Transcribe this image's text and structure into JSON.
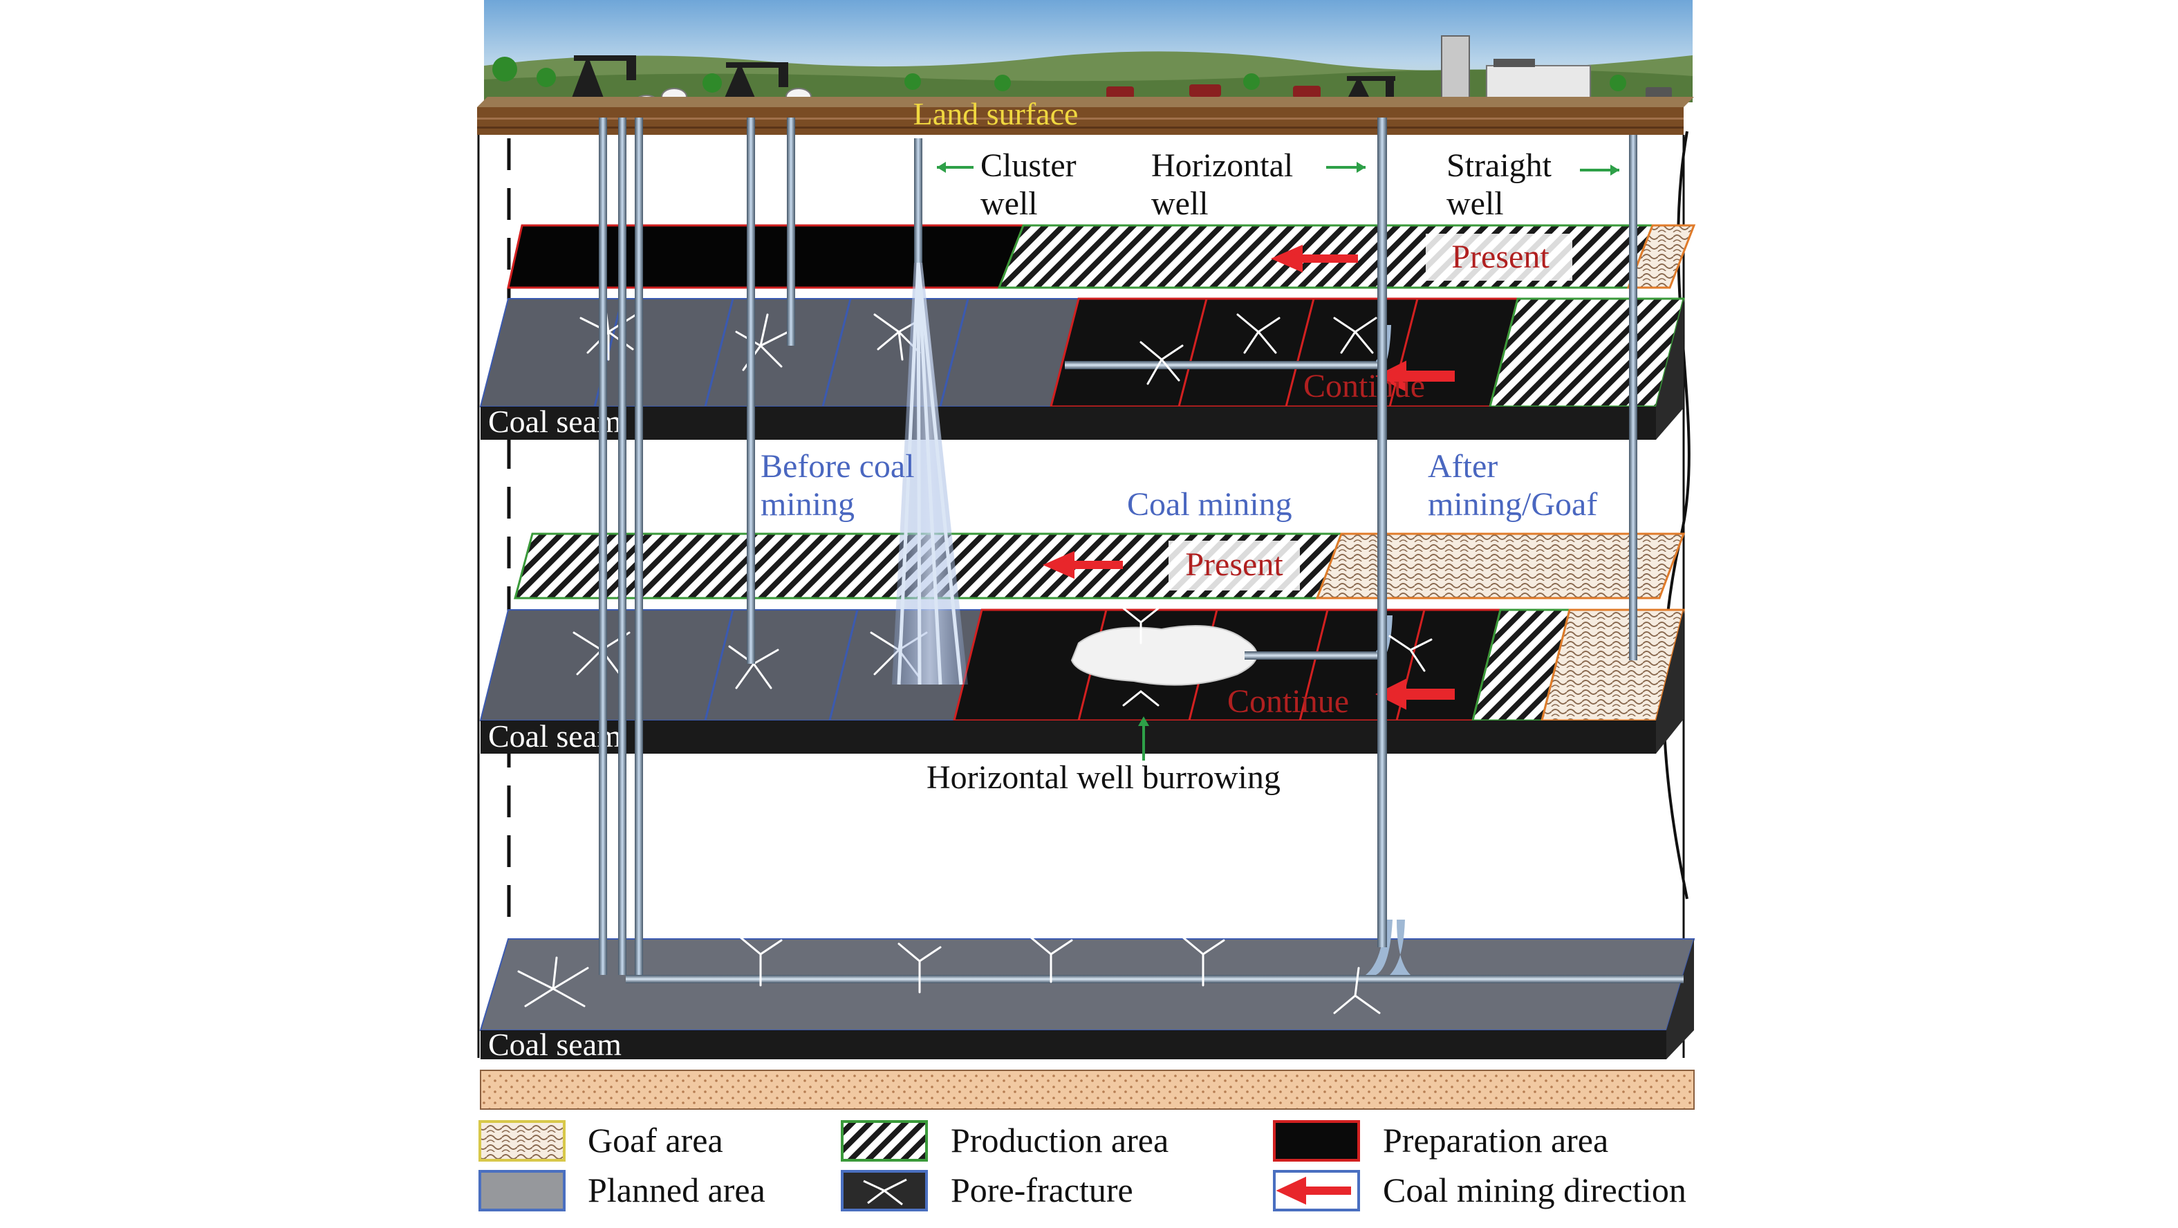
{
  "labels": {
    "land_surface": "Land surface",
    "cluster_well": [
      "Cluster",
      "well"
    ],
    "horizontal_well": [
      "Horizontal",
      "well"
    ],
    "straight_well": [
      "Straight",
      "well"
    ],
    "present_top": "Present",
    "present_mid": "Present",
    "continue_top": "Continue",
    "continue_mid": "Continue",
    "before_coal_mining": [
      "Before coal",
      "mining"
    ],
    "coal_mining": "Coal mining",
    "after_mining": [
      "After",
      "mining/Goaf"
    ],
    "horizontal_well_burrowing": "Horizontal well burrowing",
    "coal_seam": "Coal seam"
  },
  "legend": [
    {
      "pattern": "goaf",
      "label": "Goaf area"
    },
    {
      "pattern": "production",
      "label": "Production area"
    },
    {
      "pattern": "preparation",
      "label": "Preparation area"
    },
    {
      "pattern": "planned",
      "label": "Planned area"
    },
    {
      "pattern": "pore",
      "label": "Pore-fracture"
    },
    {
      "pattern": "arrow",
      "label": "Coal mining direction"
    }
  ],
  "colors": {
    "goaf_border": "#e07b2a",
    "production_border": "#3a9a3a",
    "preparation_border": "#d22020",
    "planned_border": "#4a6fc0",
    "arrow": "#e8262b",
    "label_blue": "#4a67c0",
    "label_red": "#b02020",
    "label_yellow": "#f0d840",
    "green_arrow": "#2ea048"
  }
}
